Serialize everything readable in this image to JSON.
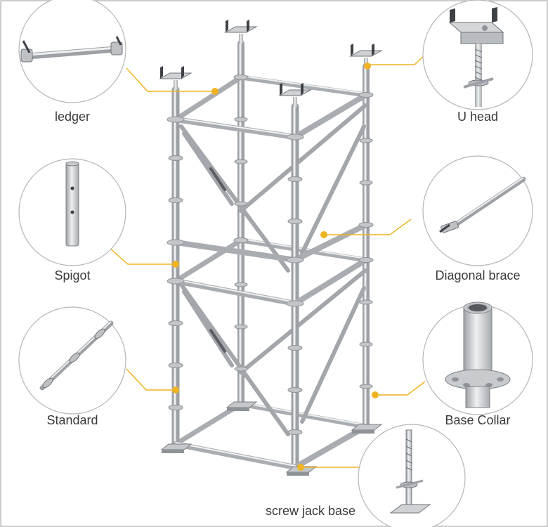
{
  "components": [
    {
      "id": "ledger",
      "label": "ledger",
      "icon": "ledger-icon"
    },
    {
      "id": "u-head",
      "label": "U head",
      "icon": "u-head-icon"
    },
    {
      "id": "spigot",
      "label": "Spigot",
      "icon": "spigot-icon"
    },
    {
      "id": "diagonal-brace",
      "label": "Diagonal brace",
      "icon": "diagonal-brace-icon"
    },
    {
      "id": "standard",
      "label": "Standard",
      "icon": "standard-icon"
    },
    {
      "id": "base-collar",
      "label": "Base Collar",
      "icon": "base-collar-icon"
    },
    {
      "id": "screw-jack-base",
      "label": "screw jack base",
      "icon": "screw-jack-base-icon"
    }
  ],
  "colors": {
    "leader": "#f0b323",
    "steel_light": "#e2e4e6",
    "steel_mid": "#b9bcc0",
    "steel_dark": "#8a8e93",
    "circle_border": "#b5b5b5",
    "text": "#3a3a3a"
  }
}
